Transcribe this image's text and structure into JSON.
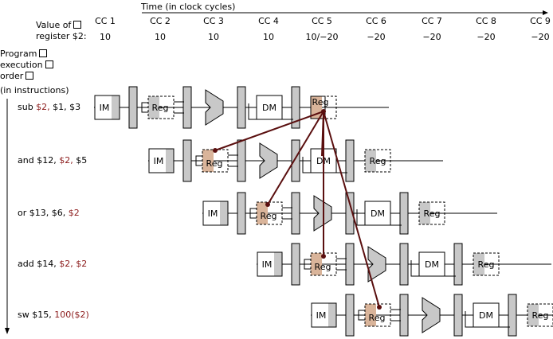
{
  "time_label": "Time (in clock cycles)",
  "value_label_line1": "Value of",
  "value_label_line2": "register $2:",
  "program_label": [
    "Program",
    "execution",
    "order",
    "(in instructions)"
  ],
  "clock_cycles": [
    "CC 1",
    "CC 2",
    "CC 3",
    "CC 4",
    "CC 5",
    "CC 6",
    "CC 7",
    "CC 8",
    "CC 9"
  ],
  "register_values": [
    "10",
    "10",
    "10",
    "10",
    "10/−20",
    "−20",
    "−20",
    "−20",
    "−20"
  ],
  "instructions": [
    {
      "op": "sub",
      "a": "$2,",
      "b": "$1,",
      "c": "$3"
    },
    {
      "op": "and",
      "a": "$12,",
      "b": "$2,",
      "c": "$5"
    },
    {
      "op": "or",
      "a": "$13,",
      "b": "$6,",
      "c": "$2"
    },
    {
      "op": "add",
      "a": "$14,",
      "b": "$2,",
      "c": "$2"
    },
    {
      "op": "sw",
      "a": "$15,",
      "b": "100($2)",
      "c": ""
    }
  ],
  "stage_labels": {
    "im": "IM",
    "reg": "Reg",
    "dm": "DM"
  },
  "colors": {
    "highlight": "#d9b49a",
    "dependency": "#5a0f0f",
    "shade": "#c8c8c8",
    "accent": "#8b1a1a"
  }
}
